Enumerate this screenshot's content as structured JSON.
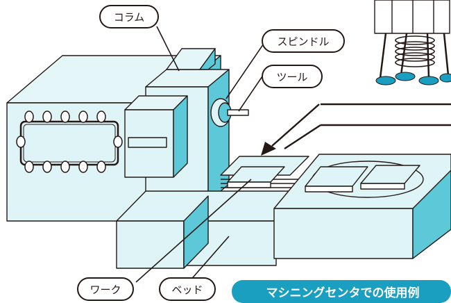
{
  "labels": {
    "column": "コラム",
    "spindle": "スピンドル",
    "tool": "ツール",
    "work": "ワーク",
    "bed": "ベッド"
  },
  "caption": "マシニングセンタでの使用例",
  "colors": {
    "face_light": "#dff4f6",
    "face_mid": "#bfe8ee",
    "face_dark": "#5cc8d8",
    "outline": "#231815",
    "banner": "#1a9fc1",
    "foot": "#1a9fc1"
  }
}
